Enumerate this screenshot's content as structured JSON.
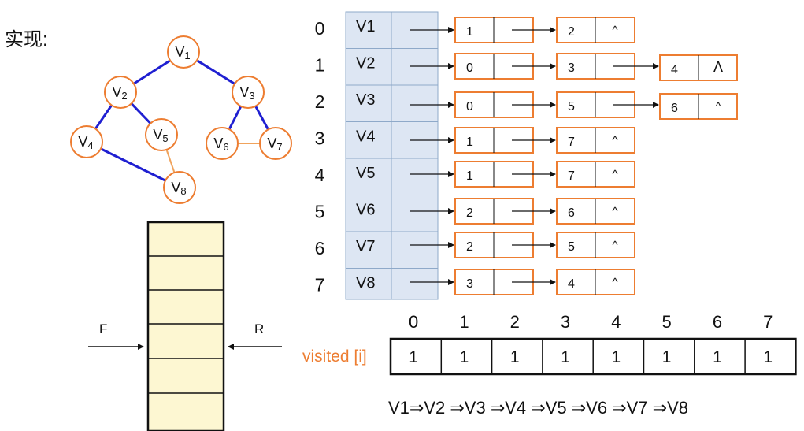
{
  "title": "实现:",
  "graph": {
    "nodes": [
      {
        "id": "V1",
        "base": "V",
        "sub": "1"
      },
      {
        "id": "V2",
        "base": "V",
        "sub": "2"
      },
      {
        "id": "V3",
        "base": "V",
        "sub": "3"
      },
      {
        "id": "V4",
        "base": "V",
        "sub": "4"
      },
      {
        "id": "V5",
        "base": "V",
        "sub": "5"
      },
      {
        "id": "V6",
        "base": "V",
        "sub": "6"
      },
      {
        "id": "V7",
        "base": "V",
        "sub": "7"
      },
      {
        "id": "V8",
        "base": "V",
        "sub": "8"
      }
    ],
    "edges": [
      {
        "from": "V1",
        "to": "V2",
        "visited": true
      },
      {
        "from": "V1",
        "to": "V3",
        "visited": true
      },
      {
        "from": "V2",
        "to": "V4",
        "visited": true
      },
      {
        "from": "V2",
        "to": "V5",
        "visited": true
      },
      {
        "from": "V3",
        "to": "V6",
        "visited": true
      },
      {
        "from": "V3",
        "to": "V7",
        "visited": true
      },
      {
        "from": "V4",
        "to": "V8",
        "visited": true
      },
      {
        "from": "V5",
        "to": "V8",
        "visited": false
      },
      {
        "from": "V6",
        "to": "V7",
        "visited": false
      }
    ]
  },
  "adjacency": {
    "indices": [
      "0",
      "1",
      "2",
      "3",
      "4",
      "5",
      "6",
      "7"
    ],
    "vertices": [
      "V1",
      "V2",
      "V3",
      "V4",
      "V5",
      "V6",
      "V7",
      "V8"
    ],
    "lists": [
      [
        "1",
        "2"
      ],
      [
        "0",
        "3",
        "4"
      ],
      [
        "0",
        "5",
        "6"
      ],
      [
        "1",
        "7"
      ],
      [
        "1",
        "7"
      ],
      [
        "2",
        "6"
      ],
      [
        "2",
        "5"
      ],
      [
        "3",
        "4"
      ]
    ],
    "null_mark": "^",
    "null_mark_alt": "Λ"
  },
  "queue": {
    "front_label": "F",
    "rear_label": "R"
  },
  "visited": {
    "label": "visited [i]",
    "indices": [
      "0",
      "1",
      "2",
      "3",
      "4",
      "5",
      "6",
      "7"
    ],
    "values": [
      "1",
      "1",
      "1",
      "1",
      "1",
      "1",
      "1",
      "1"
    ]
  },
  "order": "V1⇒V2 ⇒V3 ⇒V4 ⇒V5 ⇒V6 ⇒V7 ⇒V8",
  "colors": {
    "accent": "#ed7d31",
    "edge": "#1f1fd1",
    "light_edge": "#f0a35c",
    "queue_fill": "#fdf7d2",
    "head_fill": "#dde6f3",
    "head_border": "#8ea9c9"
  }
}
